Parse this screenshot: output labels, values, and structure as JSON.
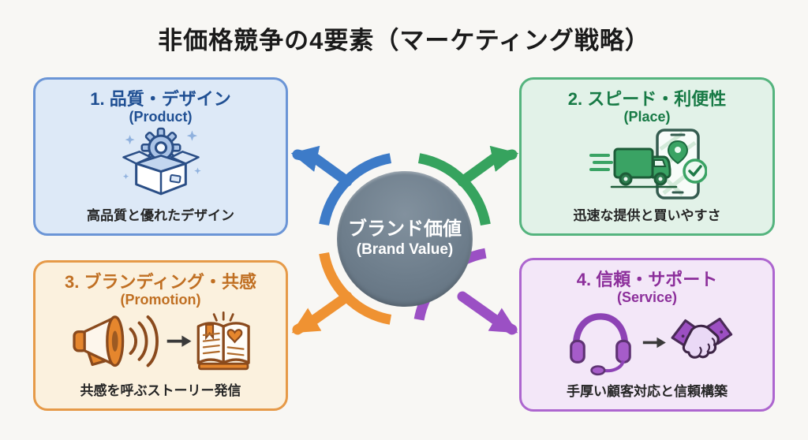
{
  "title": "非価格競争の4要素（マーケティング戦略）",
  "center": {
    "title": "ブランド価値",
    "subtitle": "(Brand Value)",
    "icon": "brand-value-circle"
  },
  "boxes": [
    {
      "title": "1. 品質・デザイン",
      "subtitle": "(Product)",
      "caption": "高品質と優れたデザイン",
      "icon": "open-box-gear-icon",
      "accent": "#3d7bc8"
    },
    {
      "title": "2. スピード・利便性",
      "subtitle": "(Place)",
      "caption": "迅速な提供と買いやすさ",
      "icon": "delivery-truck-map-phone-icon",
      "accent": "#36a35e"
    },
    {
      "title": "3. ブランディング・共感",
      "subtitle": "(Promotion)",
      "caption": "共感を呼ぶストーリー発信",
      "icon": "megaphone-story-book-icon",
      "accent": "#ef9232"
    },
    {
      "title": "4. 信頼・サポート",
      "subtitle": "(Service)",
      "caption": "手厚い顧客対応と信頼構築",
      "icon": "headset-handshake-icon",
      "accent": "#9b50c4"
    }
  ],
  "colors": {
    "background": "#f8f7f4",
    "title_text": "#1a1a1a",
    "caption_text": "#262626",
    "blue": "#3d7bc8",
    "blue_bg": "#dde9f7",
    "blue_border": "#6b95d6",
    "blue_text": "#1f4f93",
    "green": "#36a35e",
    "green_bg": "#e2f2e8",
    "green_border": "#55b47e",
    "green_text": "#177a45",
    "orange": "#ef9232",
    "orange_bg": "#fbf1de",
    "orange_border": "#e69a48",
    "orange_text": "#c06f22",
    "purple": "#9b50c4",
    "purple_bg": "#f3e7f8",
    "purple_border": "#ad66cf",
    "purple_text": "#8c2f9b",
    "circle_fill": "#6e7e8c",
    "circle_text": "#ffffff"
  }
}
